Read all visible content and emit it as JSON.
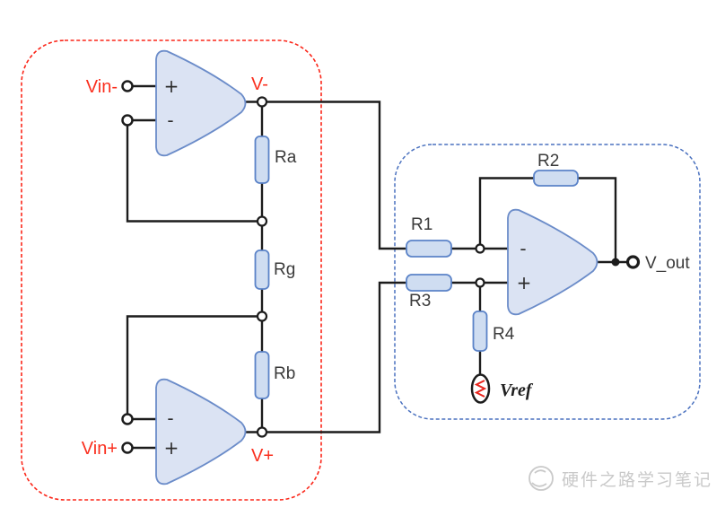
{
  "colors": {
    "wire": "#1c1c1c",
    "red": "#fa2f1e",
    "box-red": "#fb2619",
    "box-blue": "#4a71bf",
    "opamp-fill": "#dbe3f3",
    "opamp-stroke": "#6b8cc9",
    "res-fill": "#cfddf1",
    "res-stroke": "#5b83c8",
    "label": "#3a3a3a",
    "vref-red": "#e8241c",
    "watermark": "#c9c9c9"
  },
  "left_section": {
    "terminals": {
      "vin_minus": "Vin-",
      "vin_plus": "Vin+"
    },
    "nodes": {
      "v_minus": "V-",
      "v_plus": "V+"
    },
    "resistors": {
      "ra": "Ra",
      "rg": "Rg",
      "rb": "Rb"
    }
  },
  "right_section": {
    "resistors": {
      "r1": "R1",
      "r2": "R2",
      "r3": "R3",
      "r4": "R4"
    },
    "source": {
      "vref": "Vref"
    },
    "output": {
      "vout": "V_out"
    }
  },
  "opamp": {
    "plus": "+",
    "minus": "-"
  },
  "watermark": {
    "text": "硬件之路学习笔记"
  }
}
